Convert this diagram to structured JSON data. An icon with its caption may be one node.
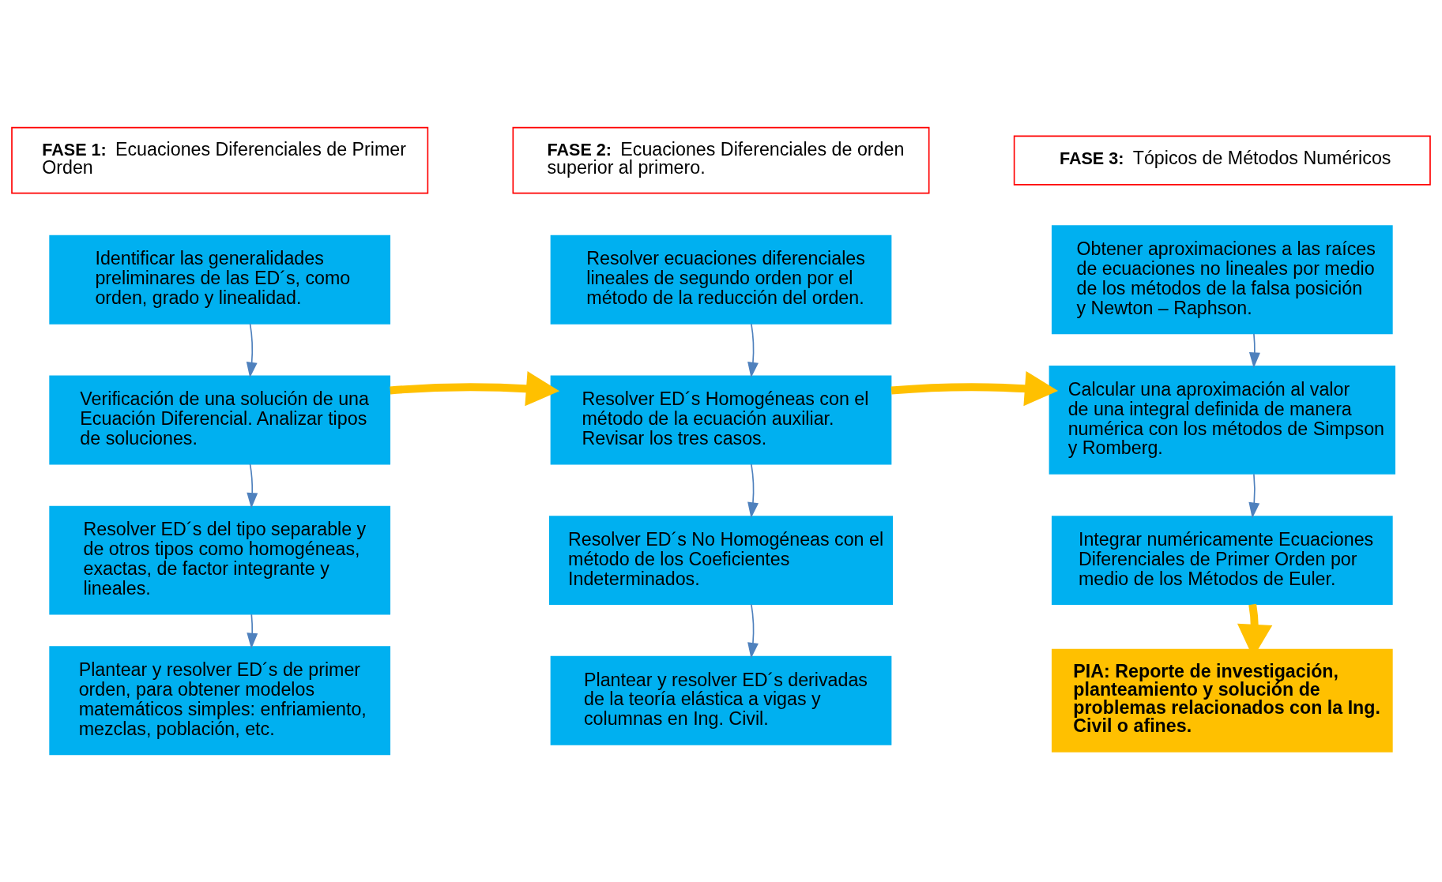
{
  "diagram": {
    "nodes": [
      {
        "text": [
          "**FASE 1:** Ecuaciones Diferenciales de Primer Orden"
        ]
      },
      {
        "text": [
          "Identificar las generalidades preliminares de las ED´s, como orden, grado y linealidad."
        ]
      },
      {
        "text": [
          "Verificación de una solución de una Ecuación Diferencial. Analizar tipos de soluciones."
        ]
      },
      {
        "text": [
          "Resolver ED´s del tipo separable y de otros tipos como homogéneas, exactas, de factor integrante y lineales."
        ]
      },
      {
        "text": [
          "Plantear y resolver ED´s de primer orden, para obtener modelos matemáticos simples: enfriamiento, mezclas, población, etc."
        ]
      },
      {
        "text": [
          "**FASE 2:** Ecuaciones Diferenciales de orden superior al primero."
        ]
      },
      {
        "text": [
          "Resolver ecuaciones diferenciales lineales de segundo orden por el método de la reducción del orden."
        ]
      },
      {
        "text": [
          "Resolver ED´s Homogéneas con el método de la ecuación auxiliar. Revisar los tres casos."
        ]
      },
      {
        "text": [
          "Resolver ED´s No Homogéneas con el método de los Coeficientes Indeterminados."
        ]
      },
      {
        "text": [
          "Plantear y resolver ED´s derivadas de la teoría elástica a vigas y columnas en Ing. Civil."
        ]
      },
      {
        "text": [
          "**FASE 3:** Tópicos de Métodos Numéricos"
        ]
      },
      {
        "text": [
          "Obtener aproximaciones a las raíces de ecuaciones no lineales por medio de los métodos de la falsa posición y Newton – Raphson."
        ]
      },
      {
        "text": [
          "Calcular una aproximación al valor de una integral definida de manera numérica con los métodos de Simpson y Romberg."
        ]
      },
      {
        "text": [
          "Integrar numéricamente Ecuaciones Diferenciales de Primer Orden por medio de los Métodos de Euler."
        ]
      },
      {
        "text": [
          "PIA: Reporte de investigación, planteamiento y solución de problemas relacionados con la Ing. Civil o afines."
        ]
      }
    ],
    "edges": [
      {
        "from": 1,
        "to": 2,
        "arrow": "to"
      },
      {
        "from": 2,
        "to": 3,
        "arrow": "to"
      },
      {
        "from": 3,
        "to": 4,
        "arrow": "to"
      },
      {
        "from": 2,
        "to": 7,
        "arrow": "to",
        "style": "thick",
        "color": "#ffc000"
      },
      {
        "from": 6,
        "to": 7,
        "arrow": "to"
      },
      {
        "from": 7,
        "to": 8,
        "arrow": "to"
      },
      {
        "from": 8,
        "to": 9,
        "arrow": "to"
      },
      {
        "from": 7,
        "to": 12,
        "arrow": "to",
        "style": "thick",
        "color": "#ffc000"
      },
      {
        "from": 11,
        "to": 12,
        "arrow": "to"
      },
      {
        "from": 12,
        "to": 13,
        "arrow": "to"
      },
      {
        "from": 13,
        "to": 14,
        "arrow": "to",
        "style": "thick",
        "color": "#ffc000"
      }
    ]
  }
}
